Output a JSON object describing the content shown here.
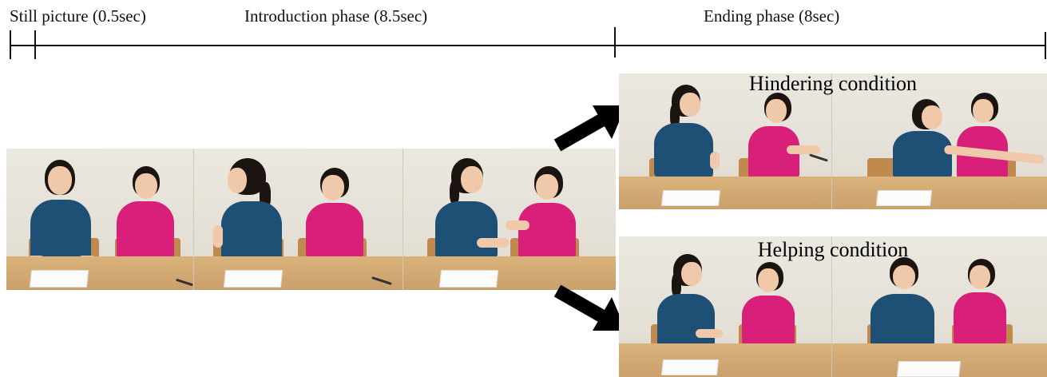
{
  "timeline": {
    "still_label": "Still picture (0.5sec)",
    "intro_label": "Introduction phase (8.5sec)",
    "ending_label": "Ending phase (8sec)"
  },
  "conditions": {
    "hindering_label": "Hindering condition",
    "helping_label": "Helping condition"
  },
  "colors": {
    "ink": "#111111",
    "blue_shirt": "#1e4f75",
    "pink_shirt": "#d8207a",
    "desk": "#caa06b",
    "wall": "#e6e3da"
  }
}
